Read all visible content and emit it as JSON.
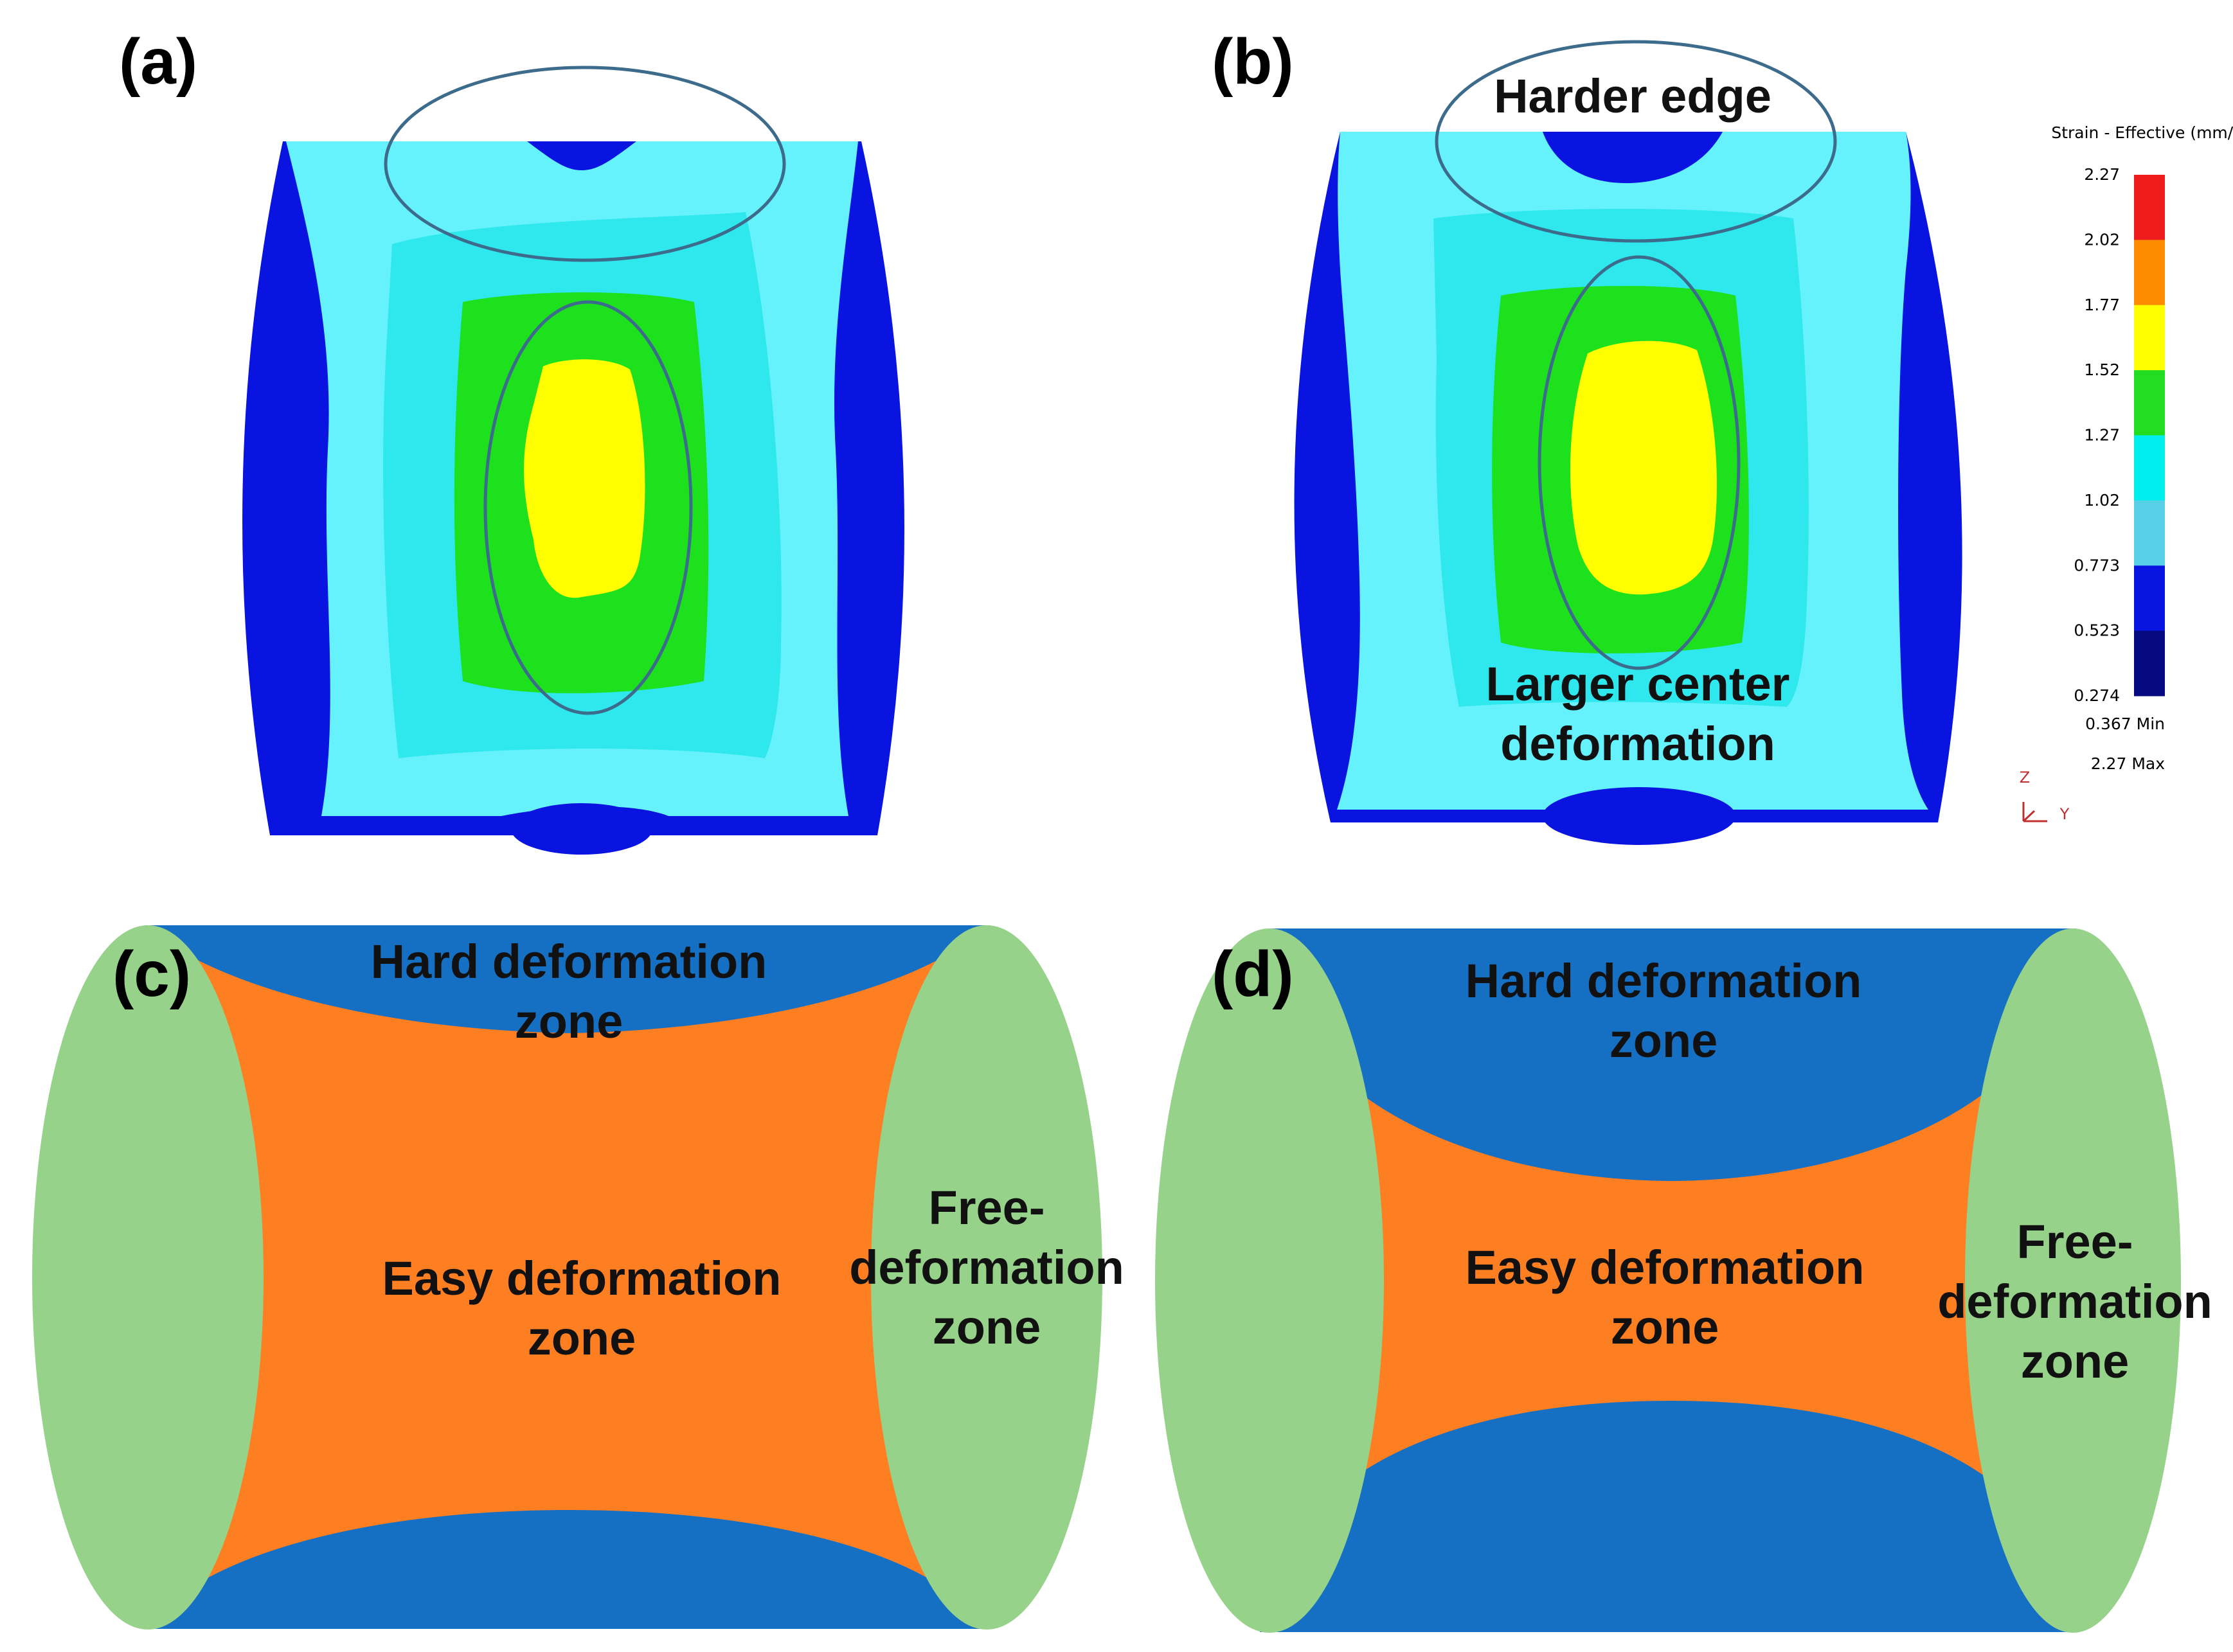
{
  "panels": {
    "a": {
      "label": "(a)"
    },
    "b": {
      "label": "(b)",
      "annotation_top": "Harder edge",
      "annotation_center_line1": "Larger center",
      "annotation_center_line2": "deformation"
    },
    "c": {
      "label": "(c)",
      "hard_zone_line1": "Hard deformation",
      "hard_zone_line2": "zone",
      "easy_zone_line1": "Easy deformation",
      "easy_zone_line2": "zone",
      "free_zone_line1": "Free-",
      "free_zone_line2": "deformation",
      "free_zone_line3": "zone"
    },
    "d": {
      "label": "(d)",
      "hard_zone_line1": "Hard deformation",
      "hard_zone_line2": "zone",
      "easy_zone_line1": "Easy deformation",
      "easy_zone_line2": "zone",
      "free_zone_line1": "Free-",
      "free_zone_line2": "deformation",
      "free_zone_line3": "zone"
    }
  },
  "legend": {
    "title": "Strain - Effective (mm/mm)",
    "ticks": [
      "2.27",
      "2.02",
      "1.77",
      "1.52",
      "1.27",
      "1.02",
      "0.773",
      "0.523",
      "0.274"
    ],
    "colors": [
      "#ee1c1c",
      "#ff8c00",
      "#ffff00",
      "#22dd22",
      "#00eeee",
      "#58d0e8",
      "#0a14e0",
      "#050a80"
    ],
    "min_label": "0.367  Min",
    "max_label": "2.27  Max",
    "axis_z": "Z",
    "axis_y": "Y"
  },
  "colors": {
    "strain_dark_blue": "#0a14e0",
    "strain_light_cyan": "#66f2fc",
    "strain_cyan": "#2ee8ee",
    "strain_green": "#1ee11e",
    "strain_yellow": "#ffff00",
    "outline": "#3d6b8c",
    "hard_zone": "#1570c4",
    "easy_zone": "#fd7f22",
    "free_zone": "#97d28a"
  }
}
